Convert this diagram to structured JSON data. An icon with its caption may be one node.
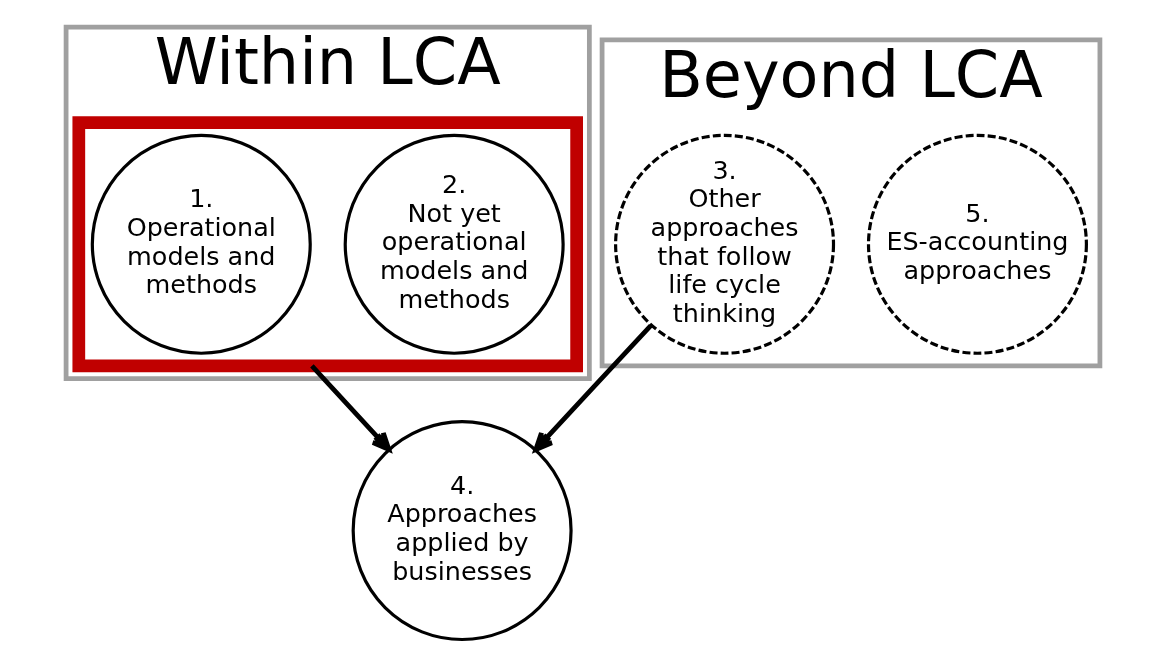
{
  "diagram": {
    "nodes": [
      {
        "text": [
          "Within LCA"
        ]
      },
      {
        "text": [],
        "shape": "box",
        "in": 0
      },
      {
        "text": [
          "1.",
          "Operational models and methods"
        ],
        "in": 1
      },
      {
        "text": [
          "2.",
          "Not yet operational models and methods"
        ],
        "in": 1
      },
      {
        "text": [
          "Beyond LCA"
        ]
      },
      {
        "text": [
          "3.",
          "Other approaches that follow life cycle thinking"
        ],
        "in": 4
      },
      {
        "text": [
          "5.",
          "ES-accounting approaches"
        ],
        "in": 4
      },
      {
        "text": [
          "4.",
          "Approaches applied by businesses"
        ]
      }
    ],
    "edges": [
      {
        "from": 1,
        "to": 7,
        "arrow": "to"
      },
      {
        "from": 5,
        "to": 7,
        "arrow": "to"
      }
    ]
  }
}
